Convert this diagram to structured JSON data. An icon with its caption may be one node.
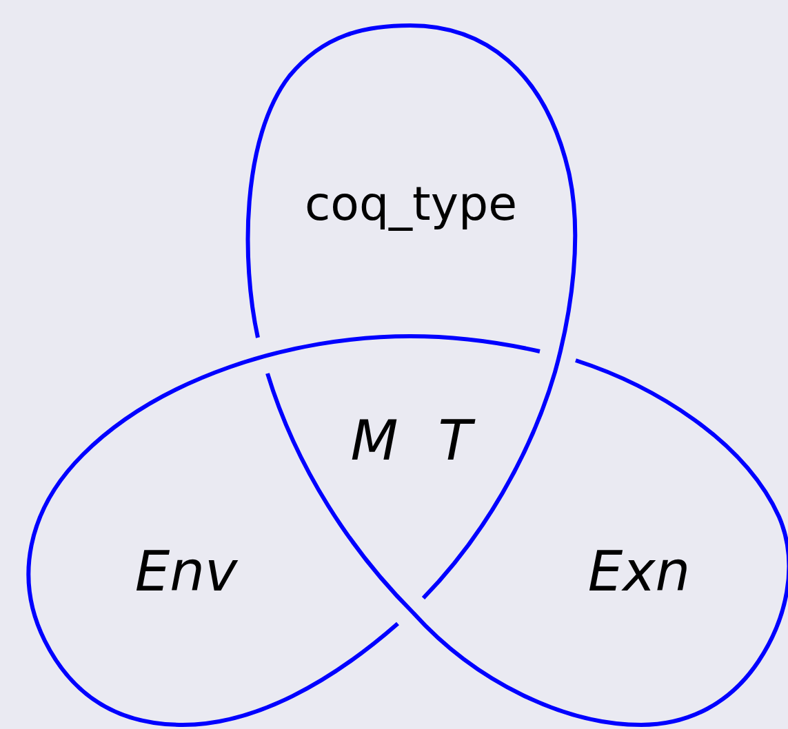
{
  "diagram": {
    "labels": [
      "coq_type",
      "M",
      "T",
      "Env",
      "Exn"
    ]
  }
}
